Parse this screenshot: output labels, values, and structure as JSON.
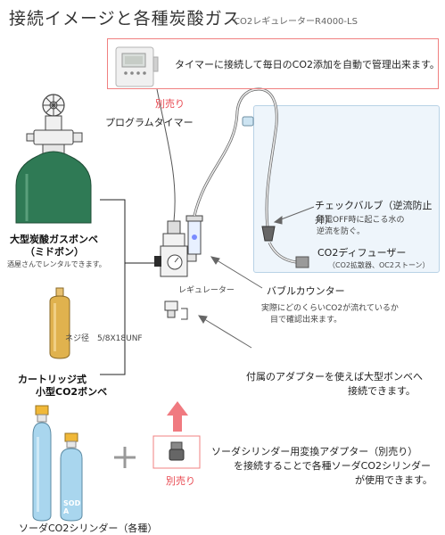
{
  "header": {
    "title": "接続イメージと各種炭酸ガス",
    "model": "CO2レギュレーターR4000-LS"
  },
  "timer": {
    "note": "タイマーに接続して毎日のCO2添加を自動で管理出来ます。",
    "sold_separately": "別売り",
    "label": "プログラムタイマー"
  },
  "check_valve": {
    "title": "チェックバルブ（逆流防止弁）",
    "line1": "通電OFF時に起こる水の",
    "line2": "逆流を防ぐ。"
  },
  "diffuser": {
    "title": "CO2ディフューザー",
    "sub": "（CO2拡散器、OC2ストーン）"
  },
  "big_cylinder": {
    "title": "大型炭酸ガスボンベ",
    "title2": "（ミドボン）",
    "sub": "酒屋さんでレンタルできます。"
  },
  "regulator": {
    "label": "レギュレーター"
  },
  "bubble": {
    "title": "バブルカウンター",
    "line1": "実際にどのくらいCO2が流れているか",
    "line2": "目で確認出来ます。"
  },
  "thread": {
    "label": "ネジ径　5/8X18UNF"
  },
  "cartridge": {
    "line1": "カートリッジ式",
    "line2": "小型CO2ボンベ"
  },
  "adapter": {
    "line1": "付属のアダプターを使えば大型ボンベへ",
    "line2": "接続できます。"
  },
  "soda": {
    "line1": "ソーダシリンダー用変換アダプター（別売り）",
    "line2": "を接続することで各種ソーダCO2シリンダー",
    "line3": "が使用できます。",
    "sold_separately": "別売り",
    "cylinder_label": "ソーダCO2シリンダー（各種）",
    "bottle_text": "SODA"
  },
  "colors": {
    "green_tank": "#2f7a55",
    "cartridge": "#e0b24e",
    "soda_bottle": "#a9d6ee",
    "arrow": "#f07a80",
    "accent_red": "#e8474f"
  }
}
